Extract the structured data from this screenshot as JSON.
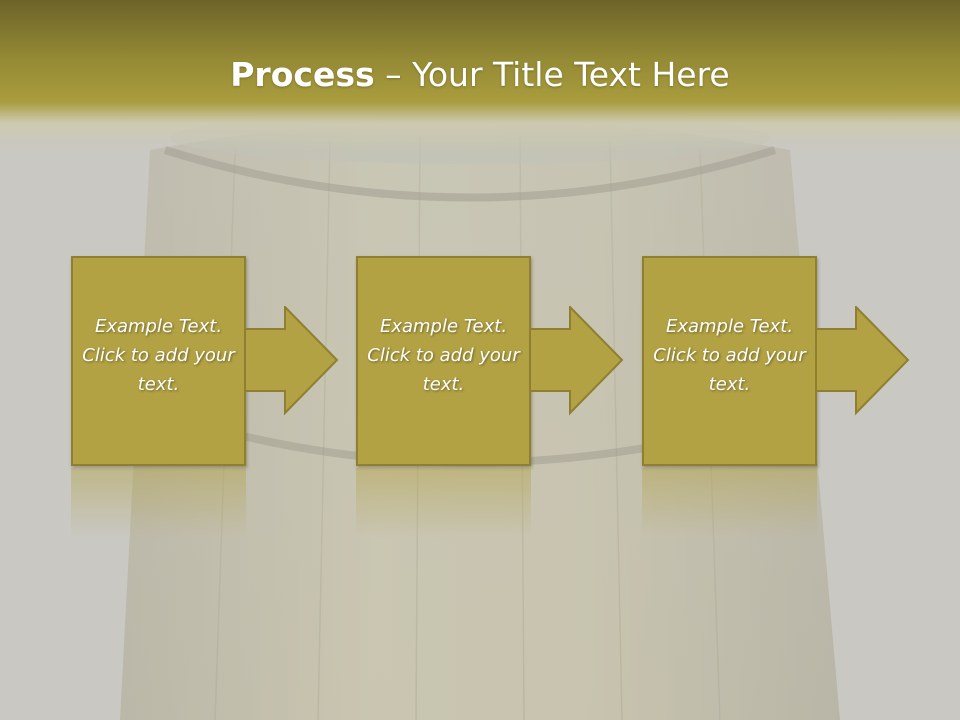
{
  "slide": {
    "title_bold": "Process",
    "title_rest": " – Your Title Text Here"
  },
  "steps": [
    {
      "text": "Example Text. Click  to add your text."
    },
    {
      "text": "Example Text. Click  to add your text."
    },
    {
      "text": "Example Text. Click  to add your text."
    }
  ],
  "colors": {
    "title_band": "#958a35",
    "box_fill": "#b2a244",
    "box_border": "#8e8030",
    "text": "#ffffff"
  },
  "icons": [
    "arrow-right-icon"
  ]
}
